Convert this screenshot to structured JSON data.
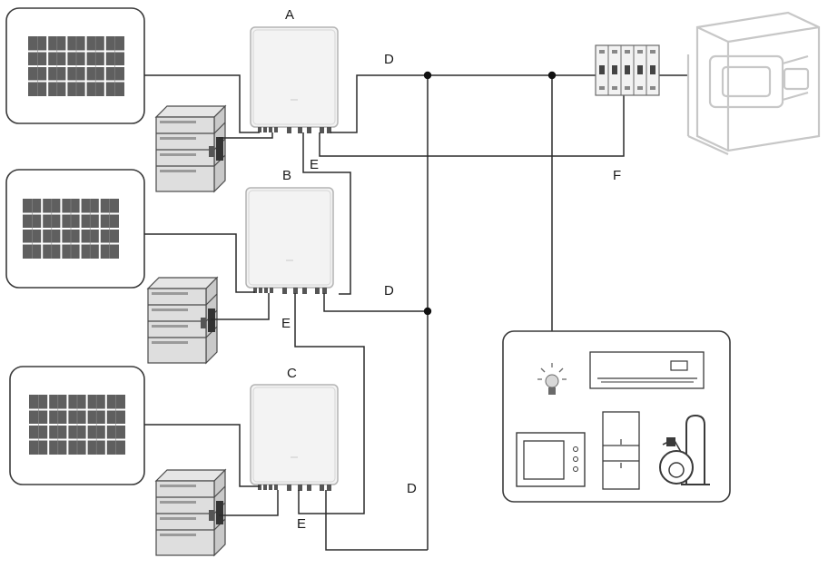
{
  "labels": {
    "inverter_a": "A",
    "inverter_b": "B",
    "inverter_c": "C",
    "line_d_top": "D",
    "line_d_mid": "D",
    "line_d_bottom": "D",
    "line_e_a": "E",
    "line_e_b": "E",
    "line_e_c": "E",
    "line_f": "F"
  },
  "colors": {
    "line": "#2b2b2b",
    "frame": "#3a3a3a",
    "cell": "#5f5f5f",
    "cell_gap": "#ffffff",
    "device_fill": "#f3f3f3",
    "device_stroke": "#b4b4b4",
    "battery_fill": "#dedede",
    "battery_stroke": "#4a4a4a",
    "generator": "#c7c7c7"
  },
  "icons": {
    "solar_panel": "solar-panel-icon",
    "inverter": "inverter-icon",
    "battery": "battery-stack-icon",
    "breaker": "breaker-panel-icon",
    "generator": "generator-icon",
    "bulb": "light-bulb-icon",
    "air_conditioner": "air-conditioner-icon",
    "microwave": "microwave-icon",
    "fridge": "refrigerator-icon",
    "vacuum": "vacuum-cleaner-icon"
  }
}
